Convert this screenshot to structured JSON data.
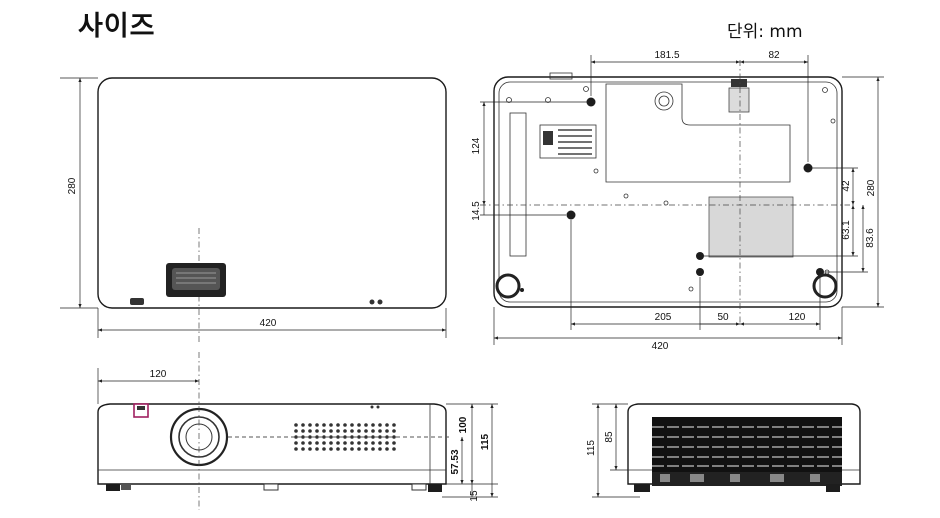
{
  "title": "사이즈",
  "unit_label": "단위: mm",
  "top_view": {
    "width": "420",
    "depth": "280"
  },
  "bottom_view": {
    "d_181_5": "181.5",
    "d_82": "82",
    "d_124": "124",
    "d_14_5": "14.5",
    "d_42": "42",
    "d_63_1": "63.1",
    "d_83_6": "83.6",
    "d_280": "280",
    "d_205": "205",
    "d_50": "50",
    "d_120": "120",
    "d_420": "420"
  },
  "front_view": {
    "d_120": "120",
    "d_100": "100",
    "d_115": "115",
    "d_57_53": "57.53",
    "d_15": "15"
  },
  "side_view": {
    "d_115": "115",
    "d_85": "85"
  }
}
